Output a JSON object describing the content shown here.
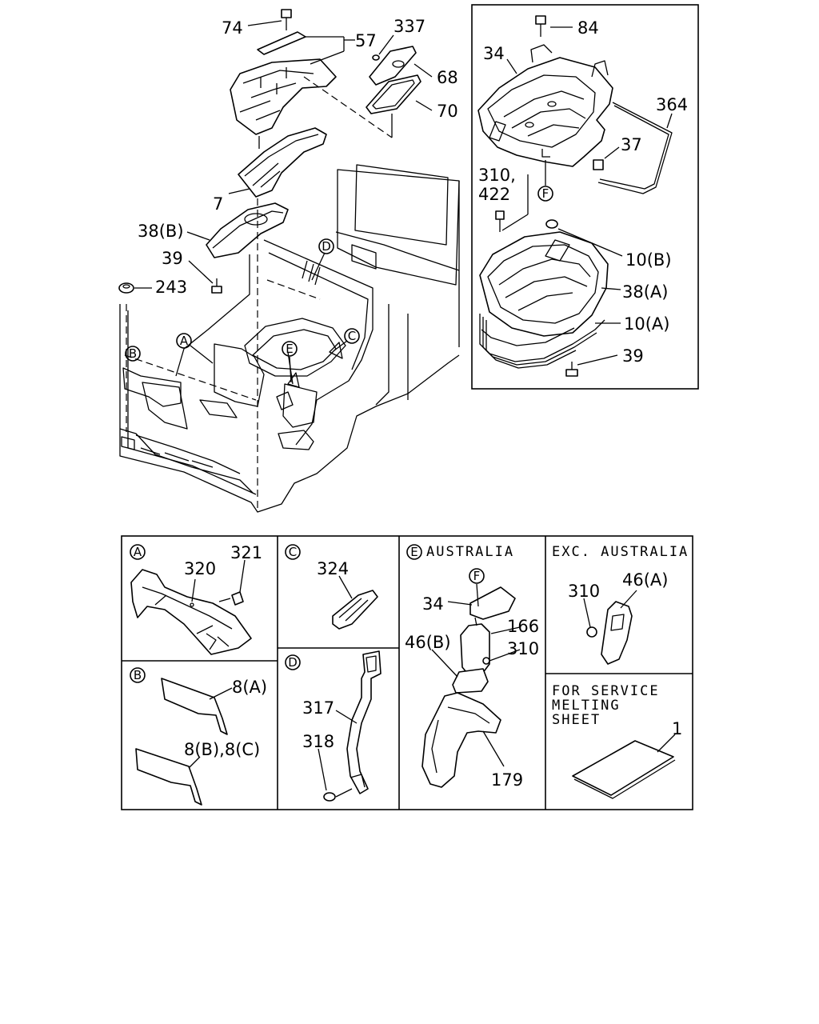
{
  "callouts": {
    "c74": "74",
    "c57": "57",
    "c337": "337",
    "c68": "68",
    "c70": "70",
    "c7": "7",
    "c38b": "38(B)",
    "c39_main": "39",
    "c243": "243",
    "c84": "84",
    "c34_inset": "34",
    "c364": "364",
    "c37": "37",
    "c310_422": "310,",
    "c422": "422",
    "c10b": "10(B)",
    "c38a": "38(A)",
    "c10a": "10(A)",
    "c39_inset": "39"
  },
  "circle_refs": {
    "A": "A",
    "B": "B",
    "C": "C",
    "D": "D",
    "E": "E",
    "F": "F"
  },
  "detail_panels": {
    "a": {
      "ref": "A",
      "c321": "321",
      "c320": "320"
    },
    "b": {
      "ref": "B",
      "c8a": "8(A)",
      "c8bc": "8(B),8(C)"
    },
    "c": {
      "ref": "C",
      "c324": "324"
    },
    "d": {
      "ref": "D",
      "c317": "317",
      "c318": "318"
    },
    "e": {
      "ref": "E",
      "title": "AUSTRALIA",
      "f_ref": "F",
      "c34": "34",
      "c166": "166",
      "c46b": "46(B)",
      "c310": "310",
      "c179": "179"
    },
    "exc": {
      "title": "EXC. AUSTRALIA",
      "c310": "310",
      "c46a": "46(A)"
    },
    "service": {
      "line1": "FOR SERVICE",
      "line2": "MELTING",
      "line3": "SHEET",
      "c1": "1"
    }
  }
}
